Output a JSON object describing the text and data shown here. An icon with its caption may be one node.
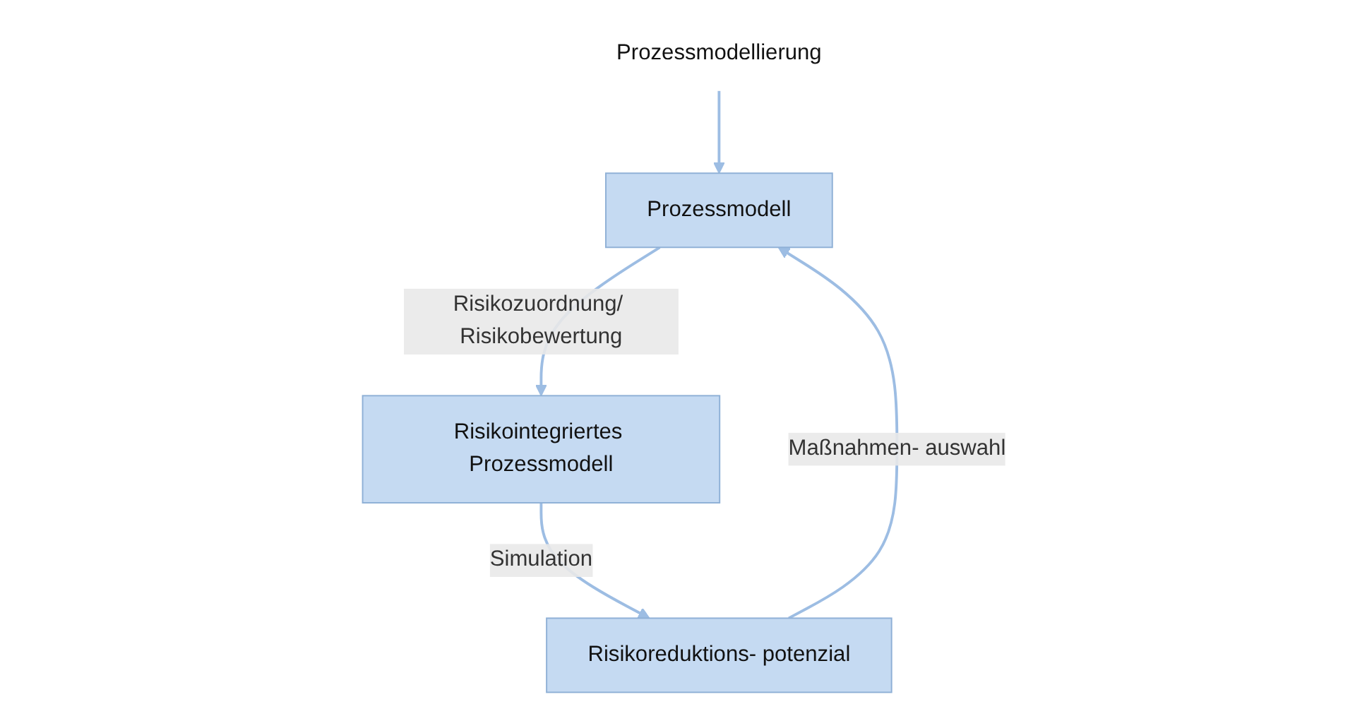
{
  "diagram": {
    "nodes": [
      {
        "text": [
          "Prozessmodellierung"
        ]
      },
      {
        "text": [
          "Prozessmodell"
        ]
      },
      {
        "text": [
          "Risikointegriertes Prozessmodell"
        ]
      },
      {
        "text": [
          "Risikoreduktions- potenzial"
        ]
      }
    ],
    "edges": [
      {
        "from": 0,
        "to": 1,
        "arrow": "to"
      },
      {
        "from": 1,
        "to": 2,
        "arrow": "to",
        "label": "Risikozuordnung/ Risikobewertung"
      },
      {
        "from": 2,
        "to": 3,
        "arrow": "to",
        "label": "Simulation"
      },
      {
        "from": 3,
        "to": 1,
        "arrow": "to",
        "label": "Maßnahmen- auswahl"
      }
    ]
  }
}
